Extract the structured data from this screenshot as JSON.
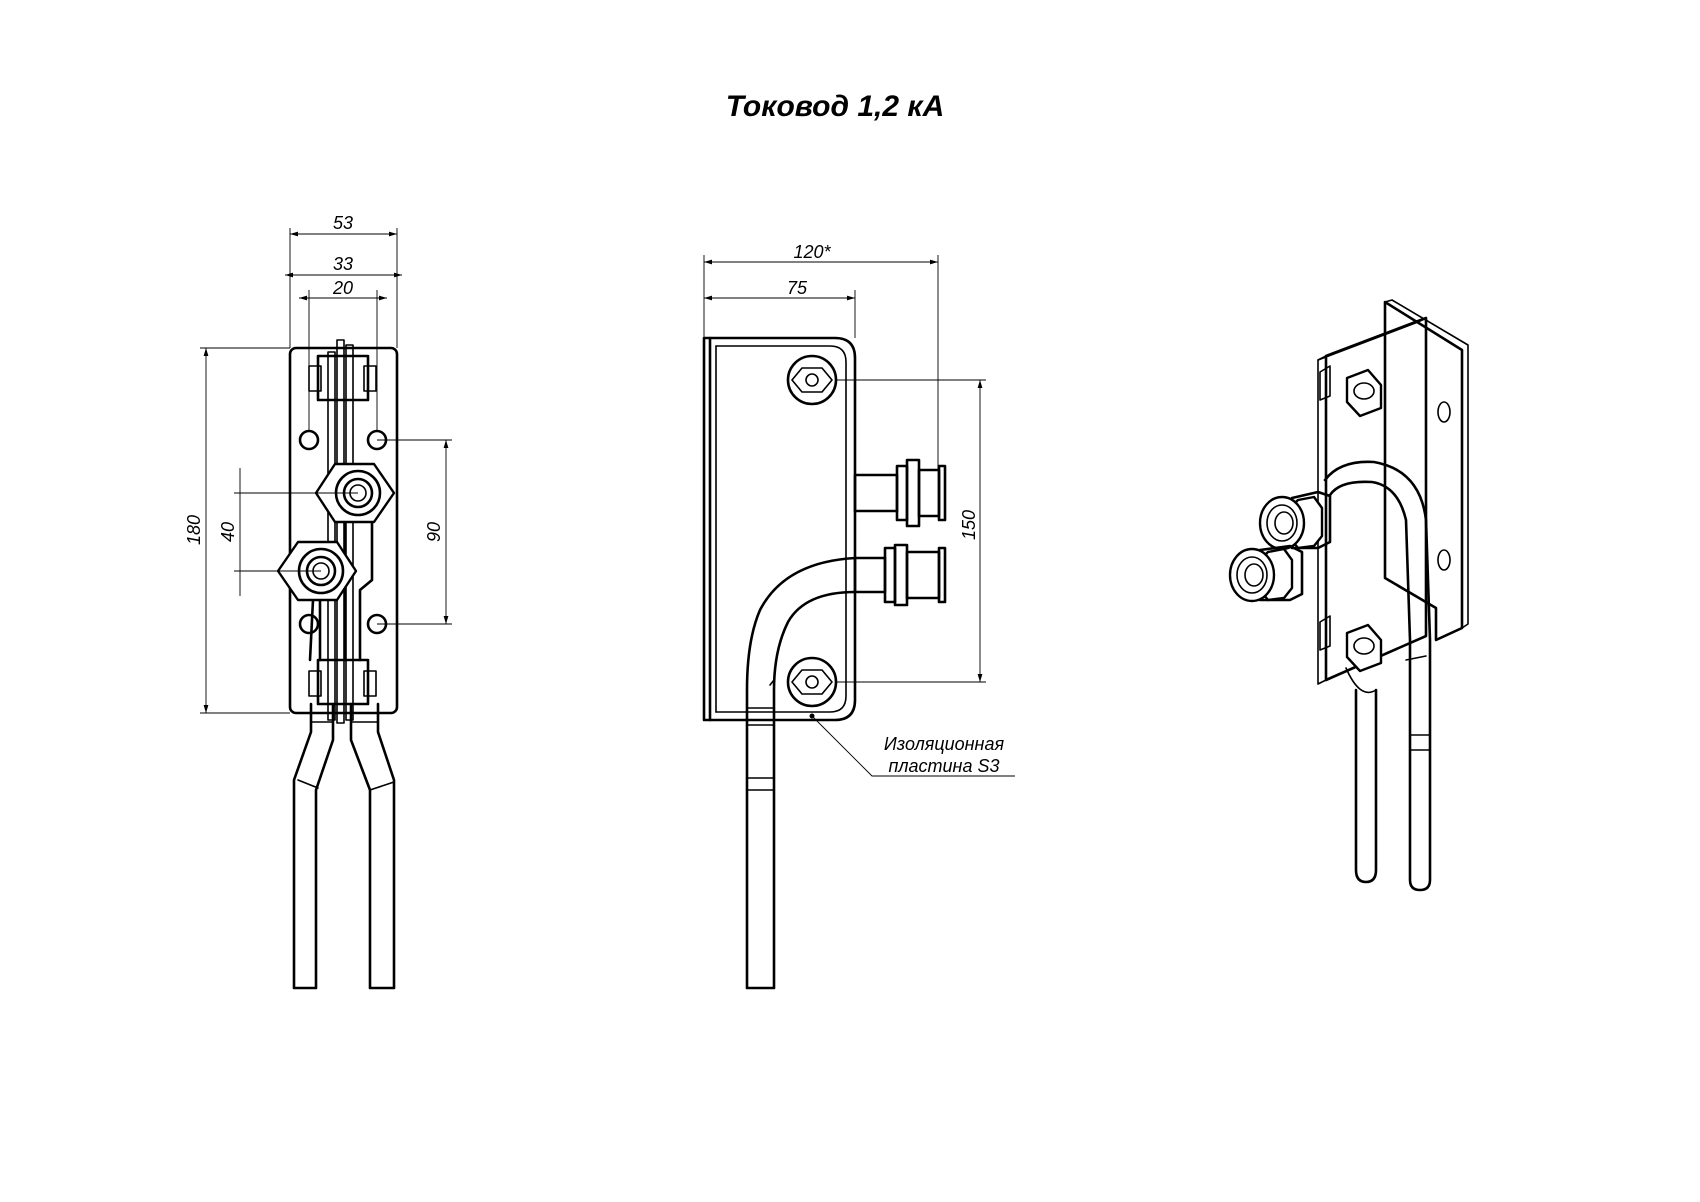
{
  "title": "Токовод 1,2 кА",
  "front_view": {
    "dim_width_outer": "53",
    "dim_width_mid": "33",
    "dim_width_inner": "20",
    "dim_height": "180",
    "dim_terminal_spacing": "40",
    "dim_hole_spacing": "90"
  },
  "side_view": {
    "dim_total": "120*",
    "dim_body": "75",
    "dim_bolt_spacing": "150",
    "callout_line1": "Изоляционная",
    "callout_line2": "пластина S3"
  },
  "colors": {
    "line": "#000000",
    "background": "#ffffff"
  }
}
